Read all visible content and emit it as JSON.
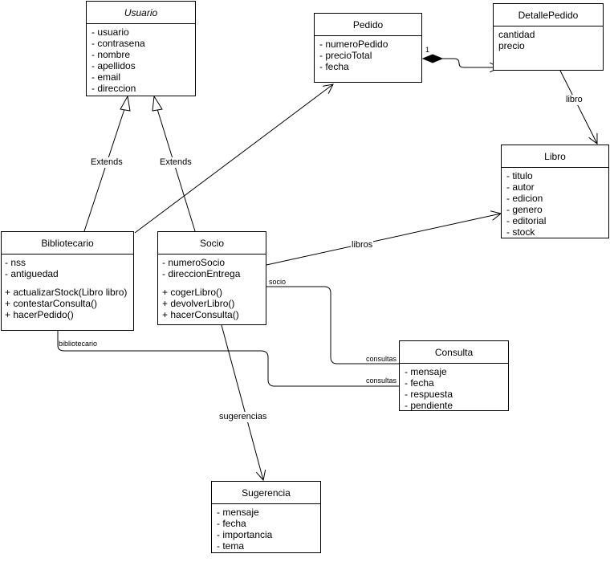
{
  "classes": {
    "usuario": {
      "name": "Usuario",
      "attributes": [
        "- usuario",
        "- contrasena",
        "- nombre",
        "- apellidos",
        "- email",
        "- direccion"
      ]
    },
    "pedido": {
      "name": "Pedido",
      "attributes": [
        "- numeroPedido",
        "- precioTotal",
        "- fecha"
      ]
    },
    "detalle_pedido": {
      "name": "DetallePedido",
      "attributes": [
        "cantidad",
        "precio"
      ]
    },
    "libro": {
      "name": "Libro",
      "attributes": [
        "- titulo",
        "- autor",
        "- edicion",
        "- genero",
        "- editorial",
        "- stock"
      ]
    },
    "bibliotecario": {
      "name": "Bibliotecario",
      "attributes": [
        "- nss",
        "- antiguedad"
      ],
      "methods": [
        "+ actualizarStock(Libro libro)",
        "+ contestarConsulta()",
        "+ hacerPedido()"
      ]
    },
    "socio": {
      "name": "Socio",
      "attributes": [
        "- numeroSocio",
        "- direccionEntrega"
      ],
      "methods": [
        "+ cogerLibro()",
        "+ devolverLibro()",
        "+ hacerConsulta()"
      ]
    },
    "consulta": {
      "name": "Consulta",
      "attributes": [
        "- mensaje",
        "- fecha",
        "- respuesta",
        "- pendiente"
      ]
    },
    "sugerencia": {
      "name": "Sugerencia",
      "attributes": [
        "- mensaje",
        "- fecha",
        "- importancia",
        "- tema"
      ]
    }
  },
  "edge_labels": {
    "extends_bibliotecario": "Extends",
    "extends_socio": "Extends",
    "detalle_libro": "libro",
    "socio_libros": "libros",
    "pedido_multiplicity": "1",
    "socio_role": "socio",
    "consultas_socio": "consultas",
    "bibliotecario_role": "bibliotecario",
    "consultas_bibliotecario": "consultas",
    "socio_sugerencias": "sugerencias"
  },
  "colors": {
    "stroke": "#000000",
    "background": "#ffffff"
  }
}
